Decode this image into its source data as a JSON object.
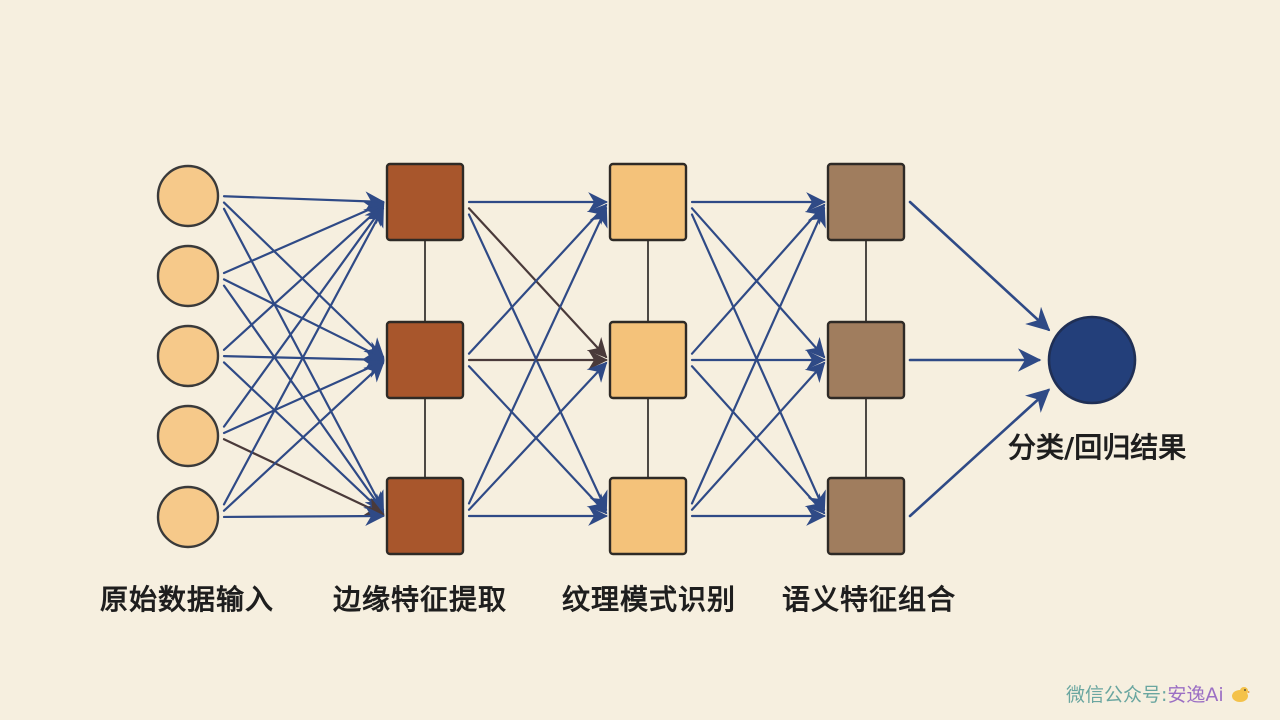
{
  "layers": [
    {
      "id": "input",
      "label": "原始数据输入",
      "shape": "circle",
      "count": 5,
      "fill": "#f6c98a",
      "stroke": "#3a3a3a"
    },
    {
      "id": "edge",
      "label": "边缘特征提取",
      "shape": "square",
      "count": 3,
      "fill": "#a8562c",
      "stroke": "#2e2a26"
    },
    {
      "id": "texture",
      "label": "纹理模式识别",
      "shape": "square",
      "count": 3,
      "fill": "#f4c27a",
      "stroke": "#2e2a26"
    },
    {
      "id": "semantic",
      "label": "语义特征组合",
      "shape": "square",
      "count": 3,
      "fill": "#a07d5e",
      "stroke": "#2e2a26"
    }
  ],
  "output": {
    "label": "分类/回归结果",
    "fill": "#233f7a",
    "stroke": "#1f2f55"
  },
  "colors": {
    "arrow": "#2f4a86",
    "arrow_alt": "#4a3a3a",
    "background": "#f6efdf"
  },
  "watermark": {
    "prefix": "微信公众号",
    "separator": ":",
    "name": "安逸Ai"
  }
}
